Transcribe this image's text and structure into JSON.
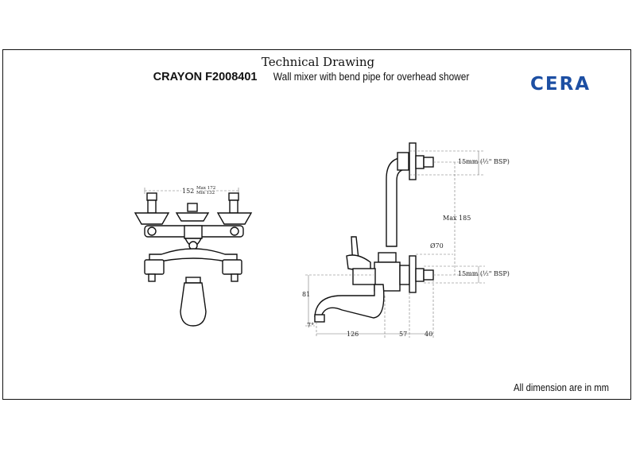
{
  "header": {
    "title": "Technical Drawing",
    "product_code": "CRAYON F2008401",
    "product_description": "Wall mixer with bend pipe for overhead shower"
  },
  "brand": {
    "name": "CERA",
    "color": "#1d4fa3"
  },
  "footer_note": "All dimension are in mm",
  "front_view": {
    "width_label": "152",
    "max_label": "Max 172",
    "min_label": "Min 132"
  },
  "side_view": {
    "top_inlet_label": "15mm (½\" BSP)",
    "bottom_inlet_label": "15mm (½\" BSP)",
    "max_height_label": "Max 185",
    "diameter_label": "Ø70",
    "height_label": "81",
    "angle_label": "7°",
    "spout_length_label": "126",
    "body_depth_label": "57",
    "inlet_depth_label": "40"
  }
}
